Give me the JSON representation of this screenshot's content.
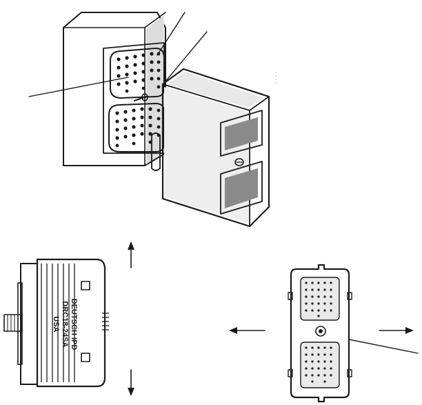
{
  "figure": {
    "colors": {
      "ink": "#1a1a1a",
      "paper": "#ffffff",
      "shade": "#e6e6e6",
      "face_dark": "#5a5a5a"
    },
    "connector_label": {
      "line1": "DEUTSCH IPD",
      "line2": "DRC18-24SA",
      "line3": "USA"
    },
    "icons": [
      "arrow-up-icon",
      "arrow-down-icon",
      "arrow-left-icon",
      "arrow-right-icon"
    ]
  }
}
